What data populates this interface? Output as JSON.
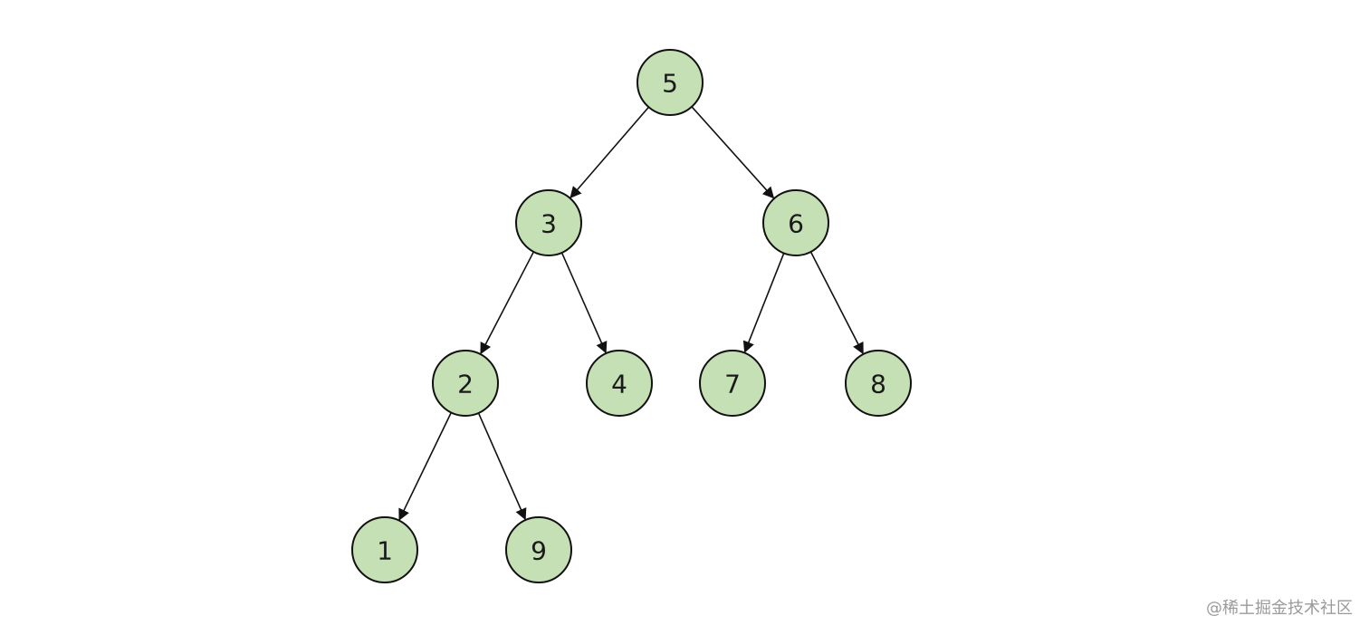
{
  "tree": {
    "nodes": [
      {
        "id": "n5",
        "label": "5"
      },
      {
        "id": "n3",
        "label": "3"
      },
      {
        "id": "n6",
        "label": "6"
      },
      {
        "id": "n2",
        "label": "2"
      },
      {
        "id": "n4",
        "label": "4"
      },
      {
        "id": "n7",
        "label": "7"
      },
      {
        "id": "n8",
        "label": "8"
      },
      {
        "id": "n1",
        "label": "1"
      },
      {
        "id": "n9",
        "label": "9"
      }
    ],
    "edges": [
      {
        "from": "n5",
        "to": "n3"
      },
      {
        "from": "n5",
        "to": "n6"
      },
      {
        "from": "n3",
        "to": "n2"
      },
      {
        "from": "n3",
        "to": "n4"
      },
      {
        "from": "n6",
        "to": "n7"
      },
      {
        "from": "n6",
        "to": "n8"
      },
      {
        "from": "n2",
        "to": "n1"
      },
      {
        "from": "n2",
        "to": "n9"
      }
    ],
    "colors": {
      "node_fill": "#c5e0b4",
      "node_stroke": "#111111",
      "edge": "#111111"
    }
  },
  "watermark": {
    "text": "@稀土掘金技术社区"
  }
}
